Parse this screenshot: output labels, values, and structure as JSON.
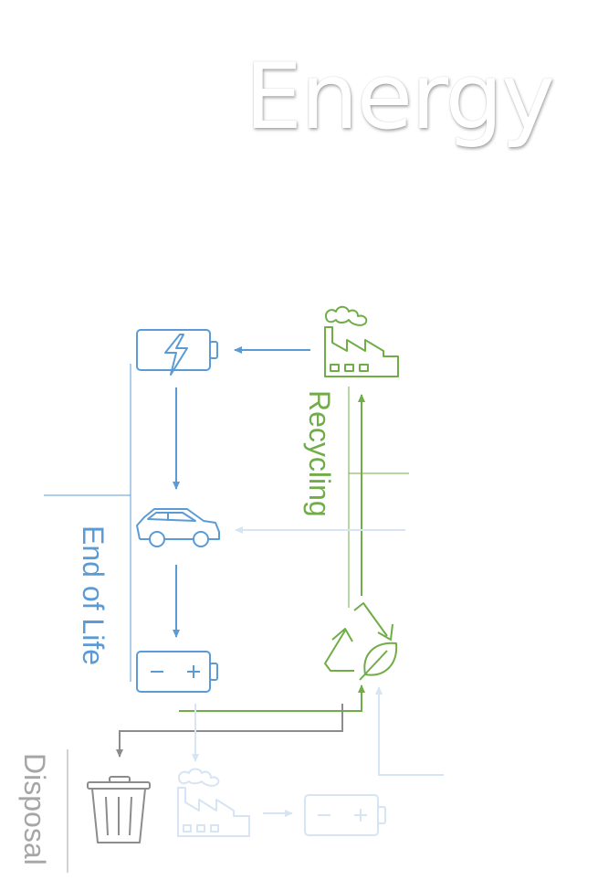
{
  "title": "Energy",
  "labels": {
    "recycling": "Recycling",
    "end_of_life": "End of Life",
    "disposal": "Disposal"
  },
  "icons": [
    "battery-charging-icon",
    "factory-icon",
    "car-icon",
    "battery-icon",
    "recycle-leaf-icon",
    "trash-can-icon"
  ],
  "colors": {
    "blue": "#5b9bd5",
    "green": "#70ad47",
    "gray": "#a6a6a6",
    "faded_blue": "#d6e4f3",
    "faded_gray": "#dcdcdc"
  }
}
